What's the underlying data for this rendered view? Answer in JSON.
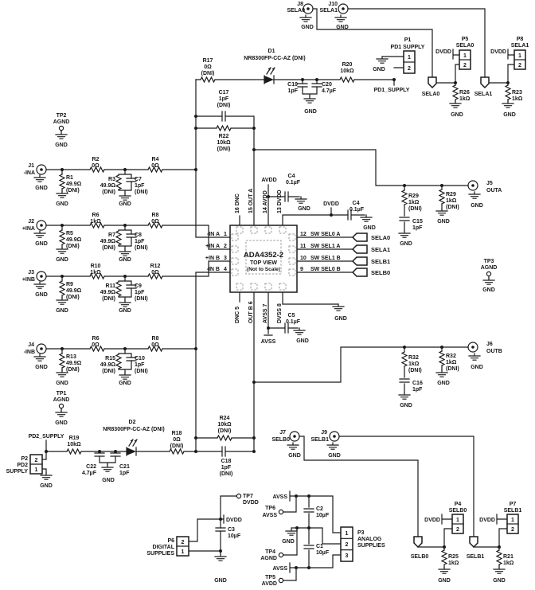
{
  "labels": {
    "gnd": "GND",
    "agnd": "AGND",
    "avdd": "AVDD",
    "avss": "AVSS",
    "dvdd": "DVDD"
  },
  "nets": {
    "sela0": "SELA0",
    "sela1": "SELA1",
    "selb0": "SELB0",
    "selb1": "SELB1",
    "pd1_supply": "PD1_SUPPLY",
    "pd2_supply": "PD2_SUPPLY"
  },
  "chip": {
    "part": "ADA4352-2",
    "view": "TOP VIEW",
    "note": "(Not to Scale)",
    "pins_left": [
      {
        "name": "-IN A",
        "num": "1"
      },
      {
        "name": "+IN A",
        "num": "2"
      },
      {
        "name": "+IN B",
        "num": "3"
      },
      {
        "name": "-IN B",
        "num": "4"
      }
    ],
    "pins_top": [
      "16 DNC",
      "15 OUT A",
      "14 AVDD",
      "13 DVDD"
    ],
    "pins_bottom": [
      "DNC 5",
      "OUT B 6",
      "AVSS 7",
      "DVSS 8"
    ],
    "pins_right": [
      {
        "num": "12",
        "name": "SW SEL0 A"
      },
      {
        "num": "11",
        "name": "SW SEL1 A"
      },
      {
        "num": "10",
        "name": "SW SEL1 B"
      },
      {
        "num": "9",
        "name": "SW SEL0 B"
      }
    ]
  },
  "connectors": {
    "j1": {
      "ref": "J1",
      "net": "-INA"
    },
    "j2": {
      "ref": "J2",
      "net": "+INA"
    },
    "j3": {
      "ref": "J3",
      "net": "+INB"
    },
    "j4": {
      "ref": "J4",
      "net": "-INB"
    },
    "j5": {
      "ref": "J5",
      "net": "OUTA"
    },
    "j6": {
      "ref": "J6",
      "net": "OUTB"
    },
    "j7": {
      "ref": "J7",
      "net": "SELB0"
    },
    "j8": {
      "ref": "J8",
      "net": "SELA0"
    },
    "j9": {
      "ref": "J9",
      "net": "SELB1"
    },
    "j10": {
      "ref": "J10",
      "net": "SELA1"
    }
  },
  "headers": {
    "p1": {
      "ref": "P1",
      "name": "PD1 SUPPLY",
      "pins": [
        "1",
        "2"
      ]
    },
    "p2": {
      "ref": "P2",
      "name_lines": [
        "PD2",
        "SUPPLY"
      ],
      "pins": [
        "2",
        "1"
      ]
    },
    "p3": {
      "ref": "P3",
      "name_lines": [
        "ANALOG",
        "SUPPLIES"
      ],
      "pins": [
        "1",
        "2",
        "3"
      ]
    },
    "p4": {
      "ref": "P4",
      "name": "SELB0",
      "pins": [
        "1",
        "2"
      ]
    },
    "p5": {
      "ref": "P5",
      "name": "SELA0",
      "pins": [
        "1",
        "2"
      ]
    },
    "p6": {
      "ref": "P6",
      "name_lines": [
        "DIGITAL",
        "SUPPLIES"
      ],
      "pins": [
        "2",
        "1"
      ]
    },
    "p7": {
      "ref": "P7",
      "name": "SELB1",
      "pins": [
        "1",
        "2"
      ]
    },
    "p8": {
      "ref": "P8",
      "name": "SELA1",
      "pins": [
        "1",
        "2"
      ]
    }
  },
  "testpoints": {
    "tp1": {
      "ref": "TP1",
      "net": "AGND"
    },
    "tp2": {
      "ref": "TP2",
      "net": "AGND"
    },
    "tp3": {
      "ref": "TP3",
      "net": "AGND"
    },
    "tp4": {
      "ref": "TP4",
      "net": "AGND"
    },
    "tp5": {
      "ref": "TP5",
      "net": "AVDD"
    },
    "tp6": {
      "ref": "TP6",
      "net": "AVSS"
    },
    "tp7": {
      "ref": "TP7",
      "net": "DVDD"
    }
  },
  "resistors": {
    "r1": {
      "ref": "R1",
      "val": "49.9Ω",
      "note": "(DNI)"
    },
    "r2": {
      "ref": "R2",
      "val": "0Ω"
    },
    "r3": {
      "ref": "R3",
      "val": "49.9Ω",
      "note": "(DNI)"
    },
    "r4": {
      "ref": "R4",
      "val": "0Ω"
    },
    "r5": {
      "ref": "R5",
      "val": "49.9Ω",
      "note": "(DNI)"
    },
    "r6": {
      "ref": "R6",
      "val": "1kΩ"
    },
    "r7": {
      "ref": "R7",
      "val": "49.9Ω",
      "note": "(DNI)"
    },
    "r8": {
      "ref": "R8",
      "val": "0Ω"
    },
    "r9": {
      "ref": "R9",
      "val": "49.9Ω",
      "note": "(DNI)"
    },
    "r10": {
      "ref": "R10",
      "val": "1kΩ"
    },
    "r11": {
      "ref": "R11",
      "val": "49.9Ω",
      "note": "(DNI)"
    },
    "r12": {
      "ref": "R12",
      "val": "0Ω"
    },
    "r13": {
      "ref": "R13",
      "val": "49.9Ω",
      "note": "(DNI)"
    },
    "r14": {
      "ref": "R6",
      "val": "0Ω"
    },
    "r15": {
      "ref": "R15",
      "val": "49.9Ω",
      "note": "(DNI)"
    },
    "r16": {
      "ref": "R8",
      "val": "0Ω"
    },
    "r17": {
      "ref": "R17",
      "val": "0Ω",
      "note": "(DNI)"
    },
    "r18": {
      "ref": "R18",
      "val": "0Ω",
      "note": "(DNI)"
    },
    "r19": {
      "ref": "R19",
      "val": "10kΩ"
    },
    "r20": {
      "ref": "R20",
      "val": "10kΩ"
    },
    "r21": {
      "ref": "R21",
      "val": "1kΩ"
    },
    "r22": {
      "ref": "R22",
      "val": "10kΩ",
      "note": "(DNI)"
    },
    "r23": {
      "ref": "R23",
      "val": "1kΩ"
    },
    "r24": {
      "ref": "R24",
      "val": "10kΩ",
      "note": "(DNI)"
    },
    "r25": {
      "ref": "R25",
      "val": "1kΩ"
    },
    "r26": {
      "ref": "R26",
      "val": "1kΩ"
    },
    "r29a": {
      "ref": "R29",
      "val": "1kΩ",
      "note": "(DNI)"
    },
    "r29b": {
      "ref": "R29",
      "val": "1kΩ",
      "note": "(DNI)"
    },
    "r32a": {
      "ref": "R32",
      "val": "1kΩ",
      "note": "(DNI)"
    },
    "r32b": {
      "ref": "R32",
      "val": "1kΩ",
      "note": "(DNI)"
    }
  },
  "capacitors": {
    "c1": {
      "ref": "C1",
      "val": "10µF"
    },
    "c2": {
      "ref": "C2",
      "val": "10µF"
    },
    "c3": {
      "ref": "C3",
      "val": "10µF"
    },
    "c4a": {
      "ref": "C4",
      "val": "0.1µF"
    },
    "c4b": {
      "ref": "C4",
      "val": "0.1µF"
    },
    "c5": {
      "ref": "C5",
      "val": "0.1µF"
    },
    "c7": {
      "ref": "C7",
      "val": "1pF",
      "note": "(DNI)"
    },
    "c8": {
      "ref": "C8",
      "val": "1pF",
      "note": "(DNI)"
    },
    "c9": {
      "ref": "C9",
      "val": "1pF",
      "note": "(DNI)"
    },
    "c10": {
      "ref": "C10",
      "val": "1pF",
      "note": "(DNI)"
    },
    "c15": {
      "ref": "C15",
      "val": "1pF"
    },
    "c16": {
      "ref": "C16",
      "val": "1pF"
    },
    "c17": {
      "ref": "C17",
      "val": "1pF",
      "note": "(DNI)"
    },
    "c18": {
      "ref": "C18",
      "val": "1pF",
      "note": "(DNI)"
    },
    "c19": {
      "ref": "C19",
      "val": "1pF"
    },
    "c20": {
      "ref": "C20",
      "val": "4.7µF"
    },
    "c21": {
      "ref": "C21",
      "val": "1pF"
    },
    "c22": {
      "ref": "C22",
      "val": "4.7µF"
    }
  },
  "diodes": {
    "d1": {
      "ref": "D1",
      "part": "NR8300FP-CC-AZ (DNI)"
    },
    "d2": {
      "ref": "D2",
      "part": "NR8300FP-CC-AZ (DNI)"
    }
  }
}
